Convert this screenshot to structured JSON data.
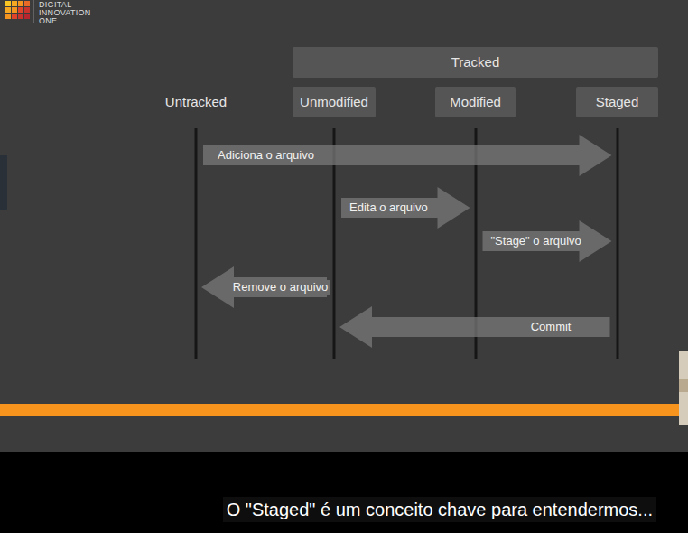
{
  "diagram": {
    "caption": "O \"Staged\" é um conceito chave para entendermos...",
    "nodes": [
      {
        "text": [
          "Tracked"
        ]
      },
      {
        "text": [
          "Untracked"
        ]
      },
      {
        "text": [
          "Unmodified"
        ]
      },
      {
        "text": [
          "Modified"
        ]
      },
      {
        "text": [
          "Staged"
        ]
      }
    ],
    "edges": [
      {
        "from": 1,
        "to": 4,
        "label": "Adiciona o arquivo",
        "arrow": "to"
      },
      {
        "from": 2,
        "to": 3,
        "label": "Edita o arquivo",
        "arrow": "to"
      },
      {
        "from": 3,
        "to": 4,
        "label": "\"Stage\" o arquivo",
        "arrow": "to"
      },
      {
        "from": 2,
        "to": 1,
        "label": "Remove o arquivo",
        "arrow": "to"
      },
      {
        "from": 4,
        "to": 2,
        "label": "Commit",
        "arrow": "to"
      }
    ],
    "labels": [
      "DIGITAL",
      "INNOVATION",
      "ONE"
    ]
  }
}
